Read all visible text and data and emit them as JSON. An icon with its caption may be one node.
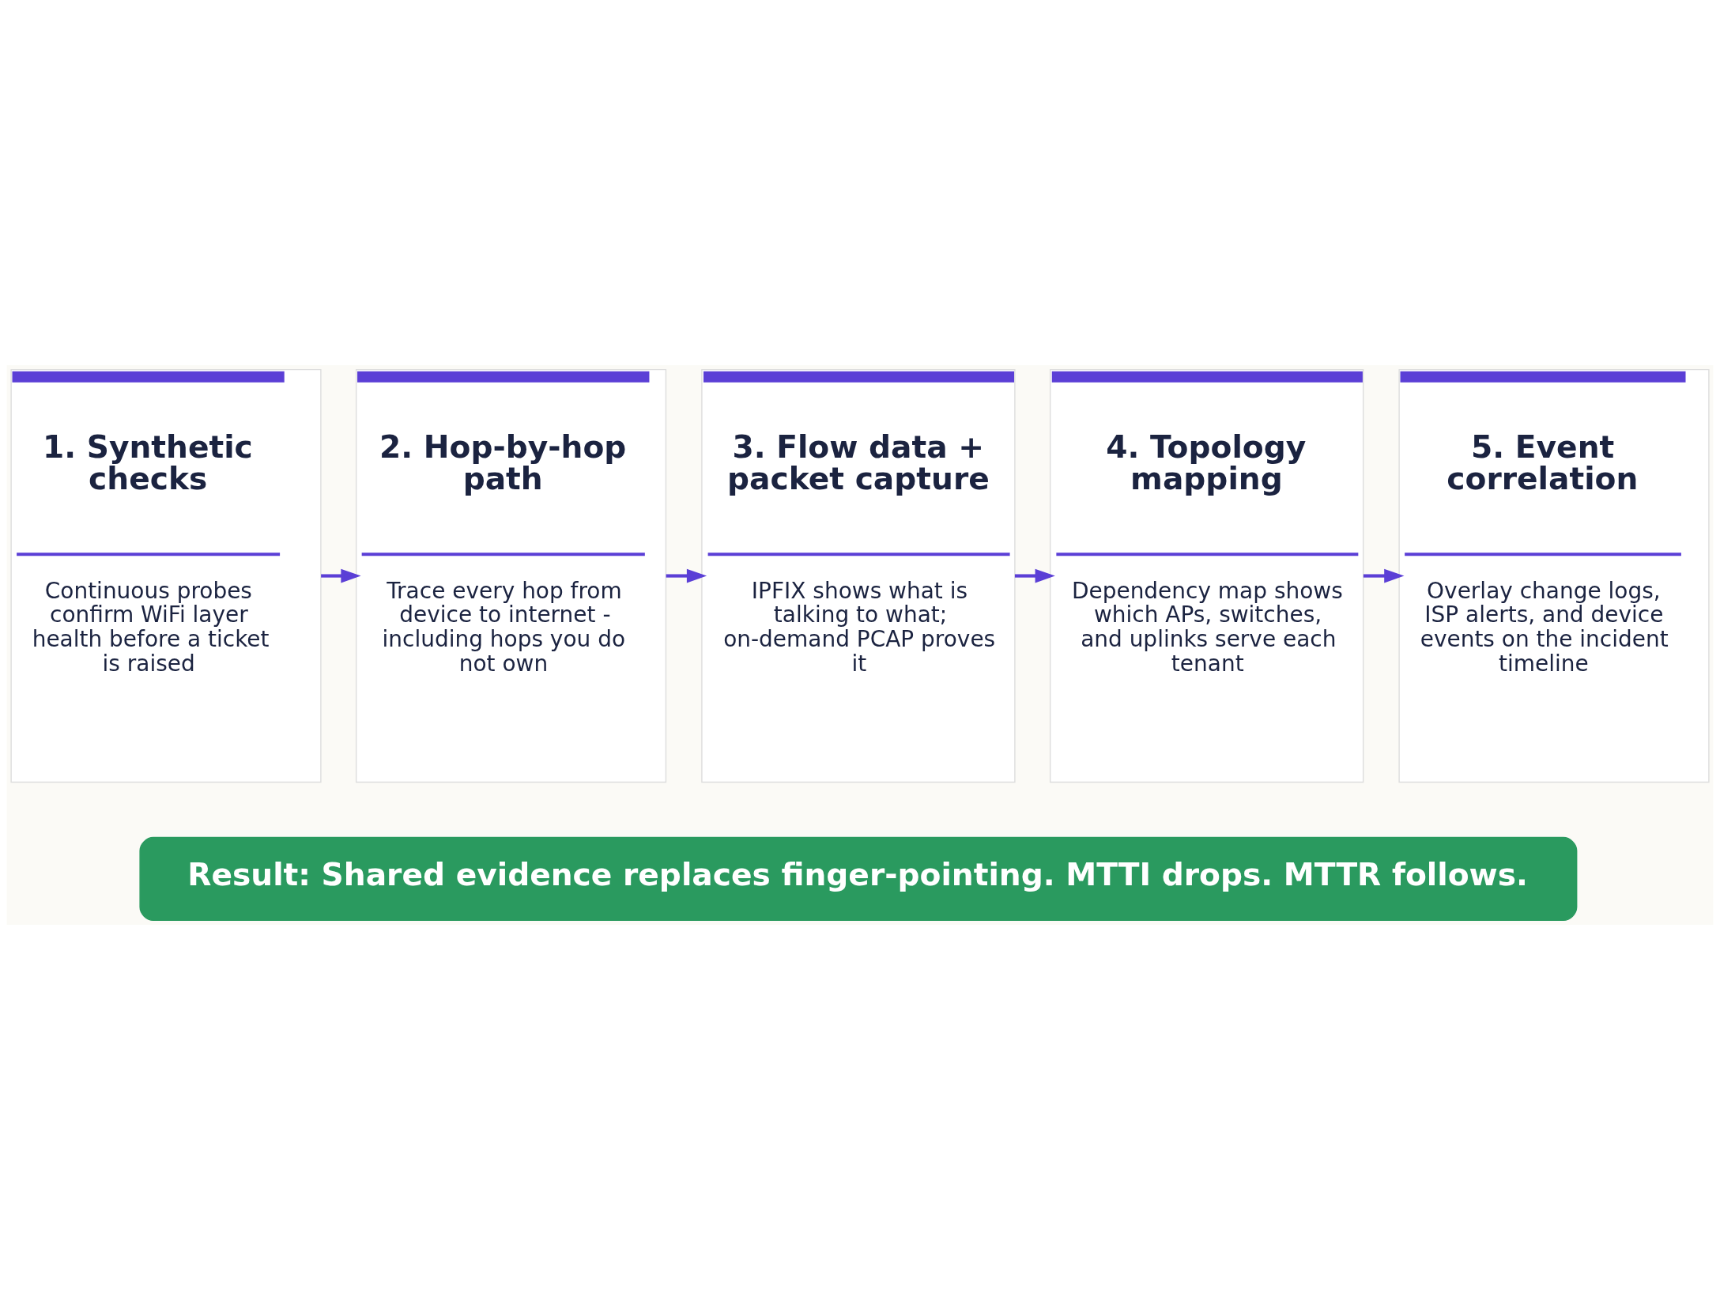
{
  "diagram": {
    "nodes": [
      {
        "text": [
          "1. Synthetic checks",
          "Continuous probes confirm WiFi layer health before a ticket is raised"
        ]
      },
      {
        "text": [
          "2. Hop-by-hop path",
          "Trace every hop from device to internet - including hops you do not own"
        ]
      },
      {
        "text": [
          "3. Flow data + packet capture",
          "IPFIX shows what is talking to what; on-demand PCAP proves it"
        ]
      },
      {
        "text": [
          "4. Topology mapping",
          "Dependency map shows which APs, switches, and uplinks serve each tenant"
        ]
      },
      {
        "text": [
          "5. Event correlation",
          "Overlay change logs, ISP alerts, and device events on the incident timeline"
        ]
      },
      {
        "text": [
          "Result: Shared evidence replaces finger-pointing. MTTI drops. MTTR follows."
        ]
      }
    ],
    "edges": [
      {
        "from": 0,
        "to": 1,
        "arrow": "to"
      },
      {
        "from": 1,
        "to": 2,
        "arrow": "to"
      },
      {
        "from": 2,
        "to": 3,
        "arrow": "to"
      },
      {
        "from": 3,
        "to": 4,
        "arrow": "to"
      }
    ]
  }
}
